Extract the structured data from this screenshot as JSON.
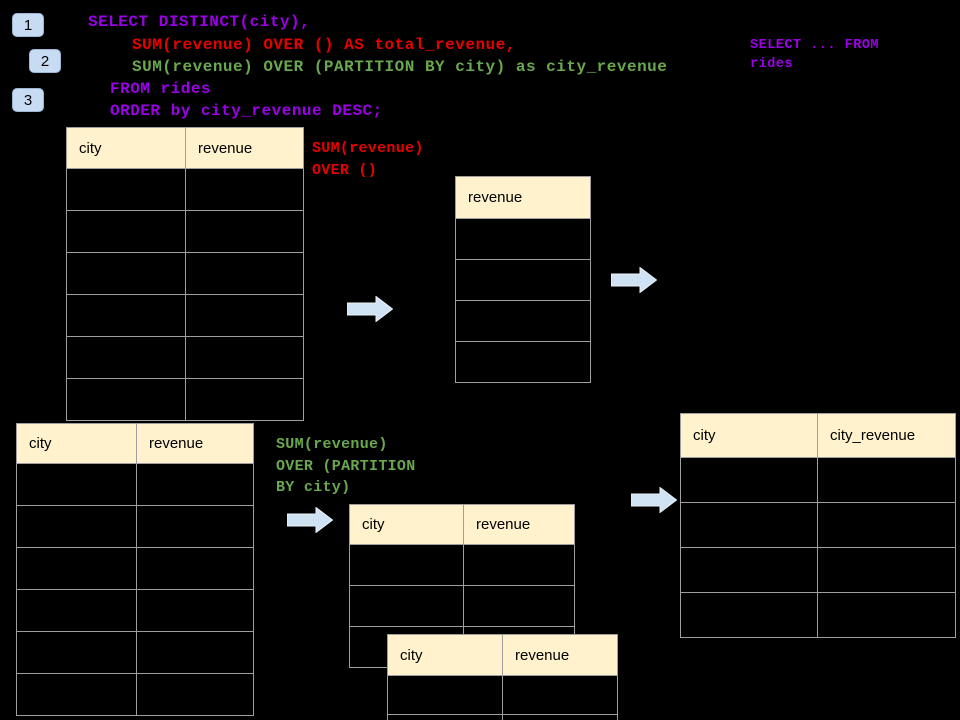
{
  "colors": {
    "background": "#000000",
    "code_purple": "#9B00E8",
    "code_red": "#E60000",
    "code_green": "#6AA84F",
    "table_header_bg": "#FFF2CC",
    "table_border": "#9E9E9E",
    "arrow_fill": "#CFE2F3",
    "badge_bg": "#C7DCF2"
  },
  "badges": {
    "one": "1",
    "two": "2",
    "three": "3"
  },
  "code": {
    "line1": "SELECT DISTINCT(city),",
    "line2": "SUM(revenue) OVER () AS total_revenue,",
    "line3": "SUM(revenue) OVER (PARTITION BY city) as city_revenue",
    "line4": "FROM rides",
    "line5": "ORDER by city_revenue DESC;"
  },
  "side_note": "SELECT ... FROM\nrides",
  "labels": {
    "total_revenue": "SUM(revenue)\nOVER ()",
    "partition": "SUM(revenue)\nOVER (PARTITION\nBY city)"
  },
  "tables": {
    "source_top": {
      "col1": "city",
      "col2": "revenue"
    },
    "total": {
      "col1": "revenue"
    },
    "source_bottom": {
      "col1": "city",
      "col2": "revenue"
    },
    "partition_step1": {
      "col1": "city",
      "col2": "revenue"
    },
    "partition_step2": {
      "col1": "city",
      "col2": "revenue"
    },
    "result": {
      "col1": "city",
      "col2": "city_revenue"
    }
  }
}
